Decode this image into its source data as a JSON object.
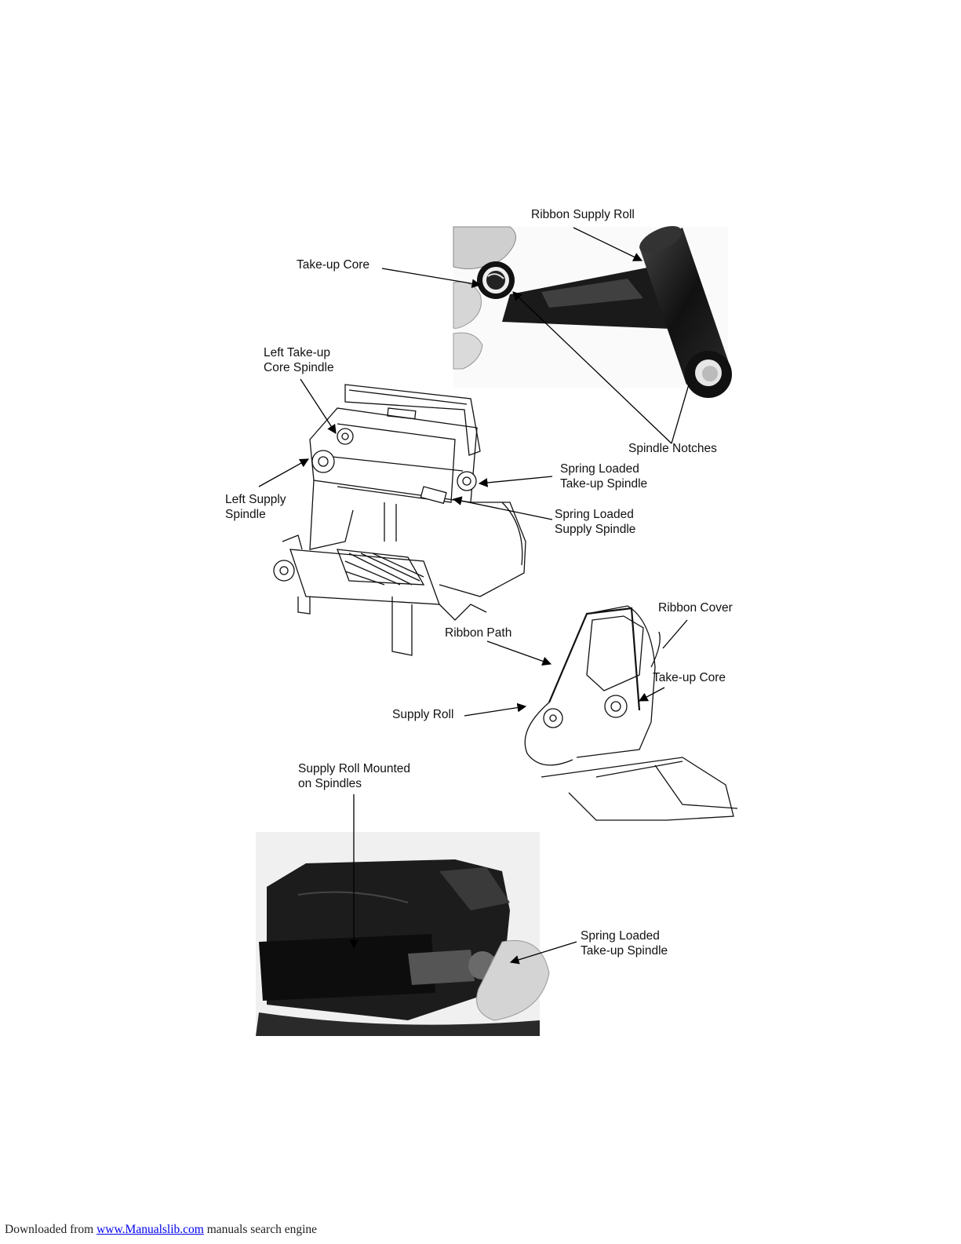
{
  "labels": {
    "ribbon_supply_roll": "Ribbon Supply Roll",
    "take_up_core_top": "Take-up Core",
    "left_take_up_core_spindle": [
      "Left Take-up",
      "Core Spindle"
    ],
    "spindle_notches": "Spindle Notches",
    "spring_loaded_take_up_spindle": [
      "Spring Loaded",
      "Take-up Spindle"
    ],
    "left_supply_spindle": [
      "Left Supply",
      "Spindle"
    ],
    "spring_loaded_supply_spindle": [
      "Spring Loaded",
      "Supply Spindle"
    ],
    "ribbon_cover": "Ribbon Cover",
    "ribbon_path": "Ribbon Path",
    "take_up_core_side": "Take-up Core",
    "supply_roll": "Supply Roll",
    "supply_roll_mounted": [
      "Supply Roll Mounted",
      "on Spindles"
    ],
    "spring_loaded_take_up_spindle_bottom": [
      "Spring Loaded",
      "Take-up Spindle"
    ]
  },
  "footer": {
    "prefix": "Downloaded from",
    "link_text": "www.Manualslib.com",
    "suffix": "manuals search engine"
  }
}
